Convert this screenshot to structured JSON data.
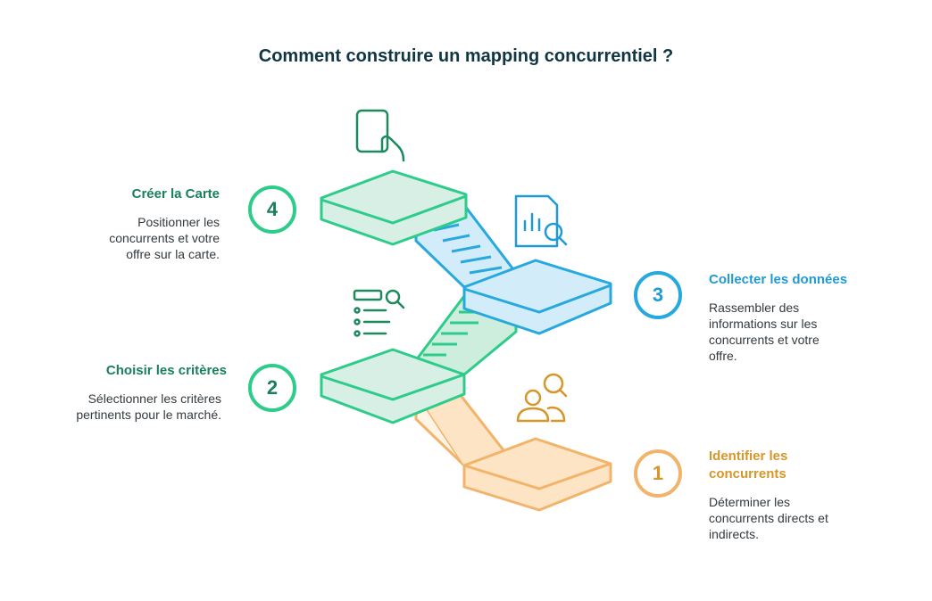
{
  "title": "Comment construire un mapping concurrentiel ?",
  "colors": {
    "title": "#0f3642",
    "green": "#2ecc8a",
    "green_text": "#19805a",
    "blue": "#27a8de",
    "blue_text": "#1f9ad6",
    "orange": "#f2b46b",
    "orange_text": "#d6962a"
  },
  "steps": [
    {
      "number": "1",
      "heading": "Identifier les concurrents",
      "description": "Déterminer les concurrents directs et indirects.",
      "icon": "people-search-icon"
    },
    {
      "number": "2",
      "heading": "Choisir les critères",
      "description": "Sélectionner les critères pertinents pour le marché.",
      "icon": "checklist-search-icon"
    },
    {
      "number": "3",
      "heading": "Collecter les données",
      "description": "Rassembler des informations sur les concurrents et votre offre.",
      "icon": "report-search-icon"
    },
    {
      "number": "4",
      "heading": "Créer la Carte",
      "description": "Positionner les concurrents et votre offre sur la carte.",
      "icon": "document-hand-icon"
    }
  ]
}
